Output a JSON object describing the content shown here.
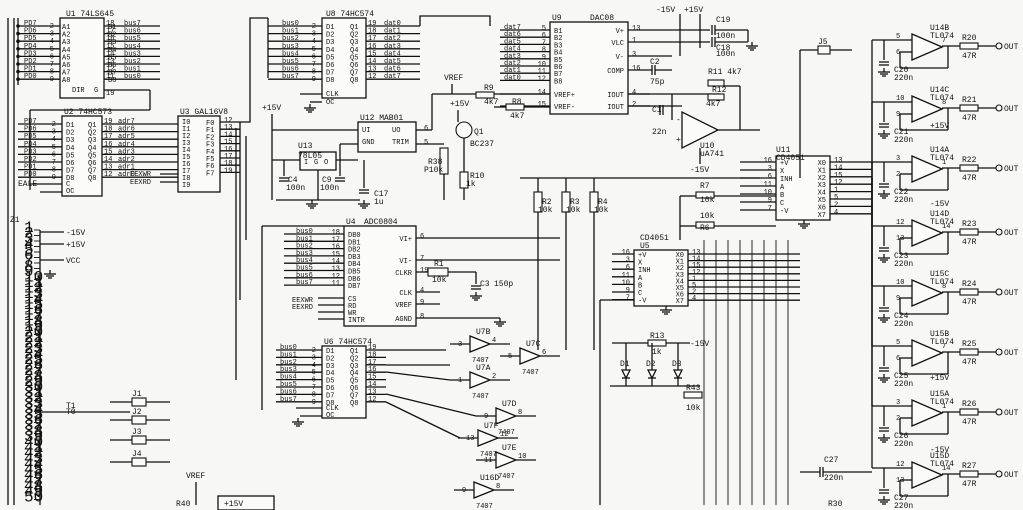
{
  "u1": {
    "ref": "U1",
    "part": "74LS645",
    "left": [
      "A1",
      "A2",
      "A3",
      "A4",
      "A5",
      "A6",
      "A7",
      "A8"
    ],
    "right": [
      "B1",
      "B2",
      "B3",
      "B4",
      "B5",
      "B6",
      "B7",
      "B8"
    ],
    "pinsL": [
      "2",
      "3",
      "4",
      "5",
      "6",
      "7",
      "8",
      "9"
    ],
    "pinsR": [
      "18",
      "17",
      "16",
      "15",
      "14",
      "13",
      "12",
      "11"
    ],
    "nets_in": [
      "PD7",
      "PD6",
      "PD5",
      "PD4",
      "PD3",
      "PD2",
      "PD1",
      "PD0"
    ],
    "nets_out": [
      "bus7",
      "bus6",
      "bus5",
      "bus4",
      "bus3",
      "bus2",
      "bus1",
      "bus0"
    ],
    "ctrl1": "DIR",
    "ctrl2": "G",
    "pinC": "1",
    "pinG": "19"
  },
  "u2": {
    "ref": "U2",
    "part": "74HC573",
    "left": [
      "D1",
      "D2",
      "D3",
      "D4",
      "D5",
      "D6",
      "D7",
      "D8"
    ],
    "right": [
      "Q1",
      "Q2",
      "Q3",
      "Q4",
      "Q5",
      "Q6",
      "Q7",
      "Q8"
    ],
    "pinsL": [
      "2",
      "3",
      "4",
      "5",
      "6",
      "7",
      "8",
      "9"
    ],
    "pinsR": [
      "19",
      "18",
      "17",
      "16",
      "15",
      "14",
      "13",
      "12"
    ],
    "nets_in": [
      "PD7",
      "PD6",
      "PD5",
      "PD4",
      "PD3",
      "PD2",
      "PD1",
      "PD0"
    ],
    "nets_out": [
      "adr7",
      "adr6",
      "adr5",
      "adr4",
      "adr3",
      "adr2",
      "adr1",
      "adr0"
    ],
    "ctrl": [
      "C",
      "OC"
    ],
    "pinC": "11",
    "pinOC": "1",
    "ale": "EALE"
  },
  "u3": {
    "ref": "U3",
    "part": "GAL16V8",
    "left": [
      "I0",
      "I1",
      "I2",
      "I3",
      "I4",
      "I5",
      "I6",
      "I7",
      "I8",
      "I9"
    ],
    "right": [
      "F0",
      "F1",
      "F2",
      "F3",
      "F4",
      "F5",
      "F6",
      "F7"
    ],
    "pinsR": [
      "12",
      "13",
      "14",
      "15",
      "16",
      "17",
      "18",
      "19"
    ],
    "nets_in": [
      "EEXWR",
      "EEXRD"
    ]
  },
  "u8": {
    "ref": "U8",
    "part": "74HC574",
    "left": [
      "D1",
      "D2",
      "D3",
      "D4",
      "D5",
      "D6",
      "D7",
      "D8"
    ],
    "right": [
      "Q1",
      "Q2",
      "Q3",
      "Q4",
      "Q5",
      "Q6",
      "Q7",
      "Q8"
    ],
    "pinsL": [
      "2",
      "3",
      "4",
      "5",
      "6",
      "7",
      "8",
      "9"
    ],
    "pinsR": [
      "19",
      "18",
      "17",
      "16",
      "15",
      "14",
      "13",
      "12"
    ],
    "nets_in": [
      "bus0",
      "bus1",
      "bus2",
      "bus3",
      "bus4",
      "bus5",
      "bus6",
      "bus7"
    ],
    "nets_out": [
      "dat0",
      "dat1",
      "dat2",
      "dat3",
      "dat4",
      "dat5",
      "dat6",
      "dat7"
    ],
    "ctrl": [
      "CLK",
      "OC"
    ],
    "pinCLK": "11",
    "pinOC": "1"
  },
  "u9": {
    "ref": "U9",
    "part": "DAC08",
    "left": [
      "B1",
      "B2",
      "B3",
      "B4",
      "B5",
      "B6",
      "B7",
      "B8",
      "VREF+",
      "VREF-"
    ],
    "right": [
      "V+",
      "VLC",
      "V-",
      "COMP",
      "IOUT",
      "IOUT"
    ],
    "pinsL": [
      "5",
      "6",
      "7",
      "8",
      "9",
      "10",
      "11",
      "12",
      "14",
      "15"
    ],
    "pinsR": [
      "13",
      "1",
      "3",
      "16",
      "4",
      "2"
    ],
    "nets_in": [
      "dat7",
      "dat6",
      "dat5",
      "dat4",
      "dat3",
      "dat2",
      "dat1",
      "dat0"
    ]
  },
  "u4": {
    "ref": "U4",
    "part": "ADC0804",
    "left": [
      "DB0",
      "DB1",
      "DB2",
      "DB3",
      "DB4",
      "DB5",
      "DB6",
      "DB7"
    ],
    "pinsL": [
      "18",
      "17",
      "16",
      "15",
      "14",
      "13",
      "12",
      "11"
    ],
    "nets": [
      "bus0",
      "bus1",
      "bus2",
      "bus3",
      "bus4",
      "bus5",
      "bus6",
      "bus7"
    ],
    "right": [
      "VI+",
      "VI-",
      "CLKR",
      "CLK",
      "VREF",
      "AGND"
    ],
    "pinsR": [
      "6",
      "7",
      "19",
      "4",
      "9",
      "8"
    ],
    "ctrl": [
      "CS",
      "RD",
      "WR",
      "INTR"
    ],
    "ctrl_nets": [
      "EEXWR",
      "EEXRD"
    ]
  },
  "u6": {
    "ref": "U6",
    "part": "74HC574",
    "left": [
      "D1",
      "D2",
      "D3",
      "D4",
      "D5",
      "D6",
      "D7",
      "D8"
    ],
    "right": [
      "Q1",
      "Q2",
      "Q3",
      "Q4",
      "Q5",
      "Q6",
      "Q7",
      "Q8"
    ],
    "pinsL": [
      "2",
      "3",
      "4",
      "5",
      "6",
      "7",
      "8",
      "9"
    ],
    "pinsR": [
      "19",
      "18",
      "17",
      "16",
      "15",
      "14",
      "13",
      "12"
    ],
    "nets": [
      "bus0",
      "bus1",
      "bus2",
      "bus3",
      "bus4",
      "bus5",
      "bus6",
      "bus7"
    ],
    "ctrl": [
      "CLK",
      "OC"
    ]
  },
  "u12": {
    "ref": "U12",
    "part": "MAB01",
    "pins": [
      "UI",
      "UO",
      "GND",
      "TRIM"
    ],
    "pinnums": [
      "2",
      "6",
      "4",
      "5"
    ]
  },
  "u13": {
    "ref": "U13",
    "part": "78L05",
    "pins": [
      "I",
      "G",
      "O"
    ],
    "pinnums": [
      "1",
      "3",
      "2"
    ]
  },
  "u5": {
    "ref": "U5",
    "part": "CD4051",
    "left": [
      "+V",
      "X",
      "INH",
      "A",
      "B",
      "C",
      "-V"
    ],
    "right": [
      "X0",
      "X1",
      "X2",
      "X3",
      "X4",
      "X5",
      "X6",
      "X7"
    ],
    "pinsL": [
      "16",
      "3",
      "6",
      "11",
      "10",
      "9",
      "7"
    ],
    "pinsR": [
      "13",
      "14",
      "15",
      "12",
      "1",
      "5",
      "2",
      "4"
    ]
  },
  "u11": {
    "ref": "U11",
    "part": "CD4051",
    "left": [
      "+V",
      "X",
      "INH",
      "A",
      "B",
      "C",
      "-V"
    ],
    "right": [
      "X0",
      "X1",
      "X2",
      "X3",
      "X4",
      "X5",
      "X6",
      "X7"
    ],
    "pinsL": [
      "16",
      "3",
      "6",
      "11",
      "10",
      "9",
      "7"
    ],
    "pinsR": [
      "13",
      "14",
      "15",
      "12",
      "1",
      "5",
      "2",
      "4"
    ]
  },
  "u10": {
    "ref": "U10",
    "part": "uA741"
  },
  "u7": [
    "U7B",
    "U7C",
    "U7A",
    "U7D",
    "U7F",
    "U7E",
    "U16D"
  ],
  "u7part": "7407",
  "outs": [
    {
      "amp": "U14B",
      "part": "TL074",
      "cap": "C20",
      "capv": "220n",
      "res": "R20",
      "resv": "47R",
      "label": "OUT",
      "pins": [
        "5",
        "6",
        "7"
      ]
    },
    {
      "amp": "U14C",
      "part": "TL074",
      "cap": "C21",
      "capv": "220n",
      "res": "R21",
      "resv": "47R",
      "label": "OUT",
      "pins": [
        "10",
        "9",
        "8"
      ]
    },
    {
      "amp": "U14A",
      "part": "TL074",
      "cap": "C22",
      "capv": "220n",
      "res": "R22",
      "resv": "47R",
      "label": "OUT",
      "pins": [
        "3",
        "2",
        "1"
      ]
    },
    {
      "amp": "U14D",
      "part": "TL074",
      "cap": "C23",
      "capv": "220n",
      "res": "R23",
      "resv": "47R",
      "label": "OUT",
      "pins": [
        "12",
        "13",
        "14"
      ]
    },
    {
      "amp": "U15C",
      "part": "TL074",
      "cap": "C24",
      "capv": "220n",
      "res": "R24",
      "resv": "47R",
      "label": "OUT",
      "pins": [
        "10",
        "9",
        "8"
      ]
    },
    {
      "amp": "U15B",
      "part": "TL074",
      "cap": "C25",
      "capv": "220n",
      "res": "R25",
      "resv": "47R",
      "label": "OUT",
      "pins": [
        "5",
        "6",
        "7"
      ]
    },
    {
      "amp": "U15A",
      "part": "TL074",
      "cap": "C26",
      "capv": "220n",
      "res": "R26",
      "resv": "47R",
      "label": "OUT",
      "pins": [
        "3",
        "2",
        "1"
      ]
    },
    {
      "amp": "U15D",
      "part": "TL074",
      "cap": "C27",
      "capv": "220n",
      "res": "R27",
      "resv": "47R",
      "label": "OUT",
      "pins": [
        "12",
        "13",
        "14"
      ]
    }
  ],
  "parts": {
    "C19": "C19",
    "C19v": "100n",
    "C18": "C18",
    "C18v": "100n",
    "C2": "C2",
    "C2v": "75p",
    "C1": "C1",
    "C1v": "22n",
    "R9": "R9",
    "R9v": "4k7",
    "R8": "R8",
    "R8v": "4k7",
    "R11": "R11 4k7",
    "R12": "R12",
    "R12v": "4k7",
    "R7": "R7",
    "R7v": "10k",
    "R6": "R6",
    "R6v": "10k",
    "R2": "R2",
    "R2v": "10k",
    "R3": "R3",
    "R3v": "10k",
    "R4": "R4",
    "R4v": "10k",
    "R38": "R38",
    "R38v": "P10k",
    "R10": "R10",
    "R10v": "1k",
    "R1": "R1",
    "R1v": "10k",
    "C3": "C3",
    "C3v": "150p",
    "C4": "C4",
    "C4v": "100n",
    "C9": "C9",
    "C9v": "100n",
    "C17": "C17",
    "C17v": "1u",
    "Q1": "Q1",
    "Q1v": "BC237",
    "R13": "R13",
    "R13v": "1k",
    "R43": "R43",
    "R43v": "10k",
    "D1": "D1",
    "D2": "D2",
    "D3": "D3",
    "J1": "J1",
    "J2": "J2",
    "J3": "J3",
    "J4": "J4",
    "J5": "J5",
    "Z1": "Z1",
    "R30": "R30",
    "R40": "R40"
  },
  "rails": {
    "m15": "-15V",
    "p15": "+15V",
    "vcc": "VCC",
    "vref": "VREF",
    "vref2": "VREF",
    "p15b": "+15V",
    "m15b": "-15V"
  },
  "connector": {
    "pins": [
      "1",
      "2",
      "3",
      "4",
      "5",
      "6",
      "7",
      "8",
      "9",
      "10",
      "11",
      "12",
      "13",
      "14",
      "15",
      "16",
      "17",
      "18",
      "19",
      "20",
      "21",
      "22",
      "23",
      "24",
      "25",
      "26",
      "27",
      "28",
      "29",
      "30",
      "31",
      "32",
      "33",
      "34",
      "35",
      "36",
      "37",
      "38",
      "39",
      "40",
      "41",
      "42",
      "43",
      "44",
      "45",
      "46",
      "47",
      "48",
      "49",
      "50"
    ],
    "t1": "T1",
    "t0": "T0"
  }
}
